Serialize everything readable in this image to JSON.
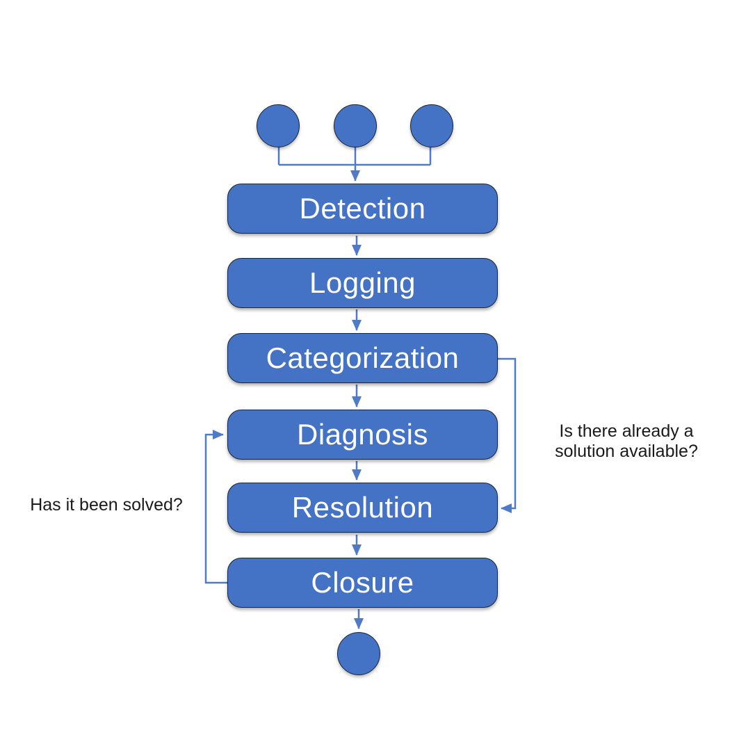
{
  "diagram": {
    "type": "flowchart",
    "steps": [
      {
        "label": "Detection"
      },
      {
        "label": "Logging"
      },
      {
        "label": "Categorization"
      },
      {
        "label": "Diagnosis"
      },
      {
        "label": "Resolution"
      },
      {
        "label": "Closure"
      }
    ],
    "annotations": {
      "right_label": "Is there already a solution available?",
      "left_label": "Has it been solved?"
    },
    "start_nodes_count": 3,
    "end_nodes_count": 1,
    "connections": {
      "main_flow": "start nodes -> Detection -> Logging -> Categorization -> Diagnosis -> Resolution -> Closure -> end node",
      "right_loop": "Categorization -> Resolution",
      "left_loop": "Closure -> Diagnosis"
    },
    "colors": {
      "node_fill": "#4472c4",
      "node_border": "#1c2430",
      "node_text": "#ffffff",
      "connector": "#4e7ac7",
      "annotation_text": "#1a1a1a",
      "background": "#ffffff"
    }
  }
}
